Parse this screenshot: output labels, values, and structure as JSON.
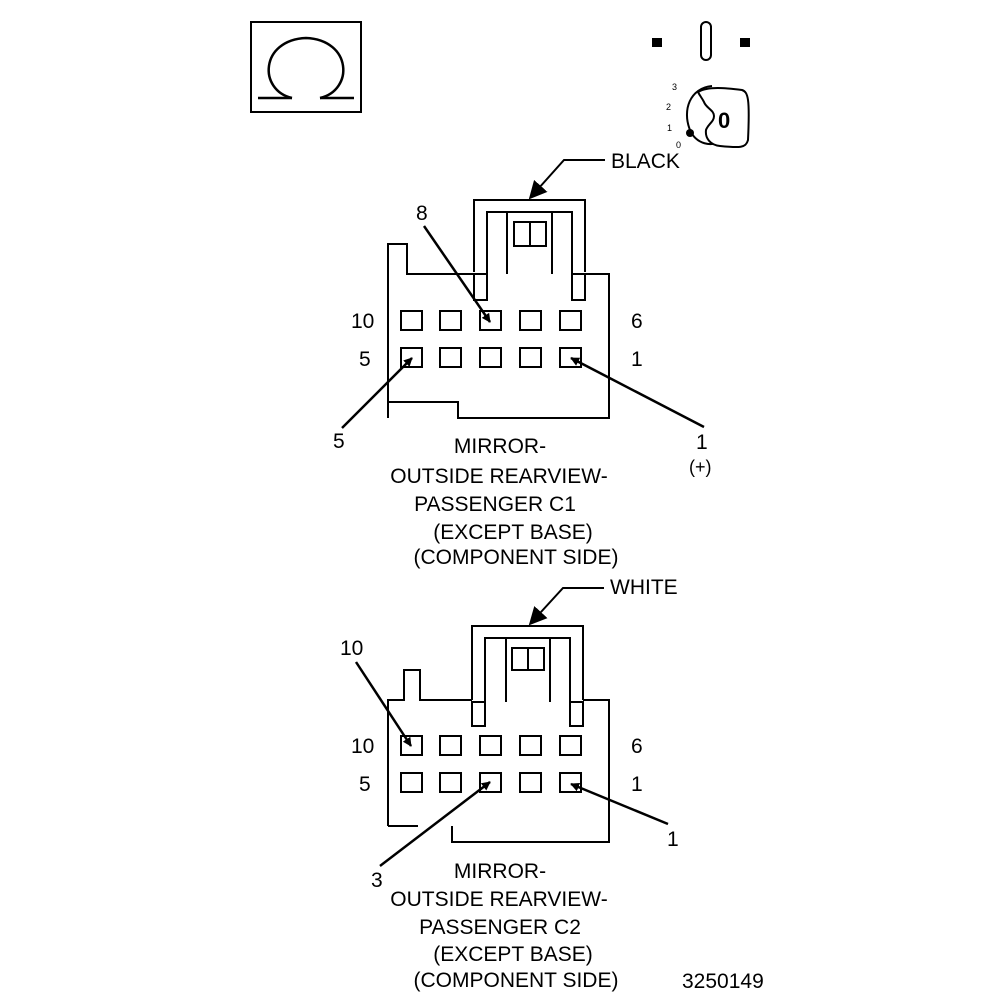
{
  "icons": {
    "omega": "omega-symbol-icon",
    "ignition": "ignition-key-icon"
  },
  "ignition": {
    "positions": [
      "3",
      "2",
      "1",
      "0"
    ],
    "key_label": "0"
  },
  "connector_c1": {
    "color_label": "BLACK",
    "row_labels": {
      "top_left": "10",
      "top_right": "6",
      "bottom_left": "5",
      "bottom_right": "1"
    },
    "callouts": {
      "pin8": "8",
      "pin5": "5",
      "pin1": "1",
      "pin1_polarity": "(+)"
    },
    "caption": [
      "MIRROR-",
      "OUTSIDE REARVIEW-",
      "PASSENGER C1",
      "(EXCEPT BASE)",
      "(COMPONENT SIDE)"
    ]
  },
  "connector_c2": {
    "color_label": "WHITE",
    "row_labels": {
      "top_left": "10",
      "top_right": "6",
      "bottom_left": "5",
      "bottom_right": "1"
    },
    "callouts": {
      "pin10": "10",
      "pin3": "3",
      "pin1": "1"
    },
    "caption": [
      "MIRROR-",
      "OUTSIDE REARVIEW-",
      "PASSENGER C2",
      "(EXCEPT BASE)",
      "(COMPONENT SIDE)"
    ]
  },
  "figure_id": "3250149"
}
